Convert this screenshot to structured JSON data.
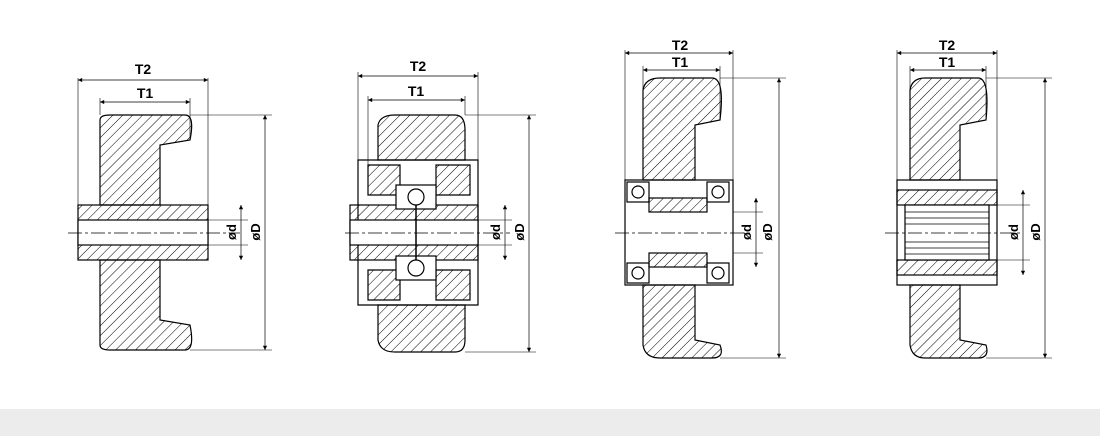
{
  "wheels": [
    {
      "name": "wheel-plain-bore",
      "labels": {
        "t2": "T2",
        "t1": "T1",
        "d_bore": "ød",
        "d_outer": "øD"
      }
    },
    {
      "name": "wheel-ball-bearing-housed",
      "labels": {
        "t2": "T2",
        "t1": "T1",
        "d_bore": "ød",
        "d_outer": "øD"
      }
    },
    {
      "name": "wheel-double-ball-bearing",
      "labels": {
        "t2": "T2",
        "t1": "T1",
        "d_bore": "ød",
        "d_outer": "øD"
      }
    },
    {
      "name": "wheel-roller-bearing",
      "labels": {
        "t2": "T2",
        "t1": "T1",
        "d_bore": "ød",
        "d_outer": "øD"
      }
    }
  ],
  "colors": {
    "line": "#000000",
    "footer_bar": "#ececec",
    "background": "#ffffff"
  }
}
